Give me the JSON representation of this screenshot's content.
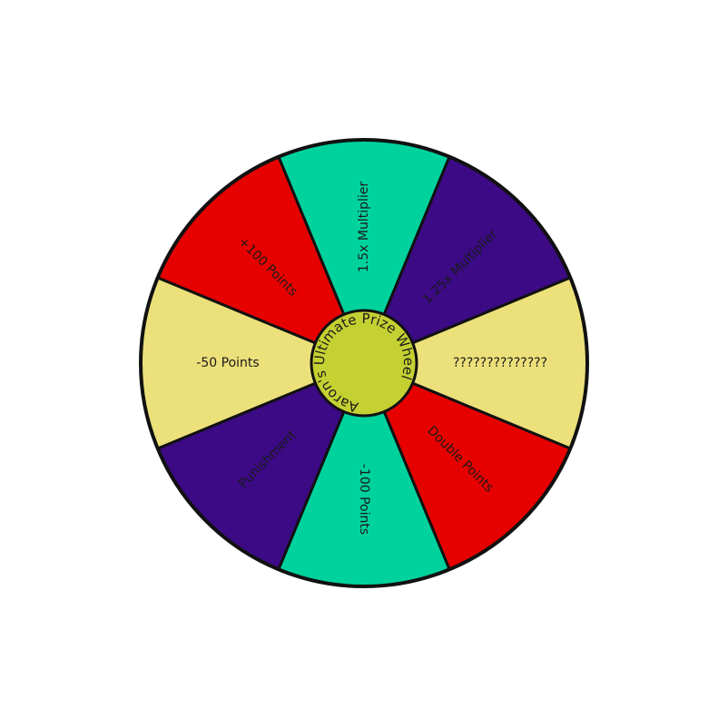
{
  "wheel": {
    "center_title": "Aaron's Ultimate Prize Wheel",
    "colors": {
      "outline": "#111111",
      "hub": "#c5d132",
      "red": "#e60000",
      "teal": "#00d29d",
      "purple": "#3b0a84",
      "yellow": "#ece07a"
    },
    "segments": [
      {
        "label": "1.5x Multiplier",
        "color": "#00d29d"
      },
      {
        "label": "1.25x Multiplier",
        "color": "#3b0a84"
      },
      {
        "label": "??????????????",
        "color": "#ece07a"
      },
      {
        "label": "Double Points",
        "color": "#e60000"
      },
      {
        "label": "-100 Points",
        "color": "#00d29d"
      },
      {
        "label": "Punishment",
        "color": "#3b0a84"
      },
      {
        "label": "-50 Points",
        "color": "#ece07a"
      },
      {
        "label": "+100 Points",
        "color": "#e60000"
      }
    ]
  }
}
